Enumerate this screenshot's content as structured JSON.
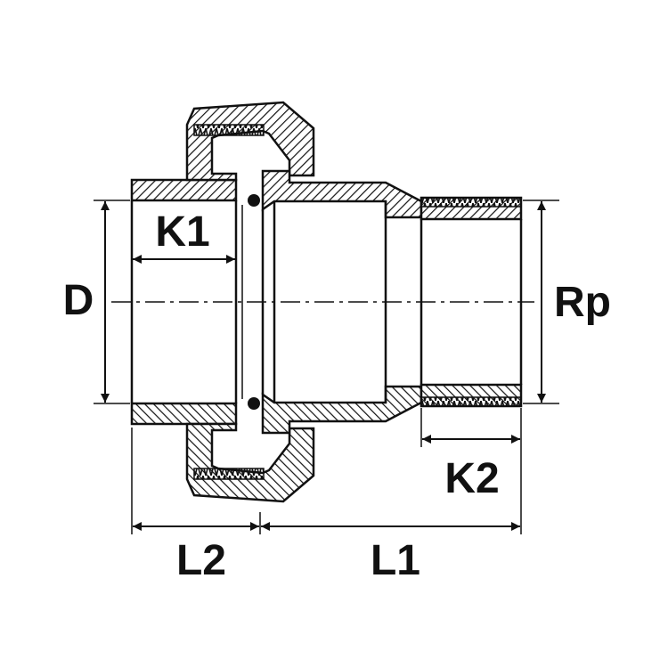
{
  "diagram": {
    "labels": {
      "d": "D",
      "rp": "Rp",
      "k1": "K1",
      "k2": "K2",
      "l1": "L1",
      "l2": "L2"
    },
    "colors": {
      "ink": "#111111",
      "background": "#ffffff"
    },
    "icons": {
      "o_ring": "o-ring-icon",
      "arrow": "arrow-head-icon"
    }
  }
}
